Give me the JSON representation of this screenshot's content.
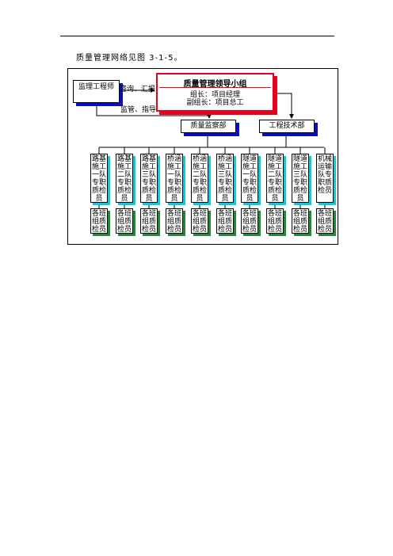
{
  "intro": "质量管理网络见图 3-1-5。",
  "chart": {
    "supervisor": "监理工程师",
    "leader": {
      "title": "质量管理领导小组",
      "line1": "组长：项目经理",
      "line2": "副组长：项目总工"
    },
    "arrow_top": "咨询、汇报",
    "arrow_bottom": "监管、指导",
    "qc_dept": "质量监察部",
    "eng_dept": "工程技术部",
    "teams": [
      "路基施工一队专职质检员",
      "路基施工二队专职质检员",
      "路基施工三队专职质检员",
      "桥涵施工一队专职质检员",
      "桥涵施工二队专职质检员",
      "桥涵施工三队专职质检员",
      "隧道施工一队专职质检员",
      "隧道施工二队专职质检员",
      "隧道施工三队专职质检员",
      "机械运输队专职质检员"
    ],
    "inspector": "各班组质检员"
  }
}
